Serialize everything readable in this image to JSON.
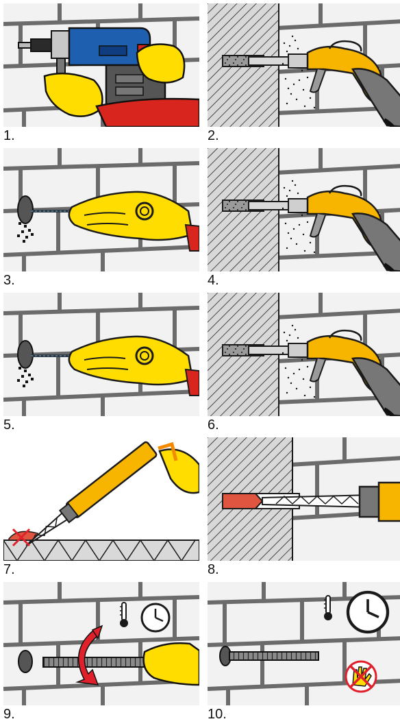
{
  "steps": [
    {
      "number": "1.",
      "illustration": "hammer-drill-drilling"
    },
    {
      "number": "2.",
      "illustration": "air-blower-cleaning"
    },
    {
      "number": "3.",
      "illustration": "wire-brush-cleaning"
    },
    {
      "number": "4.",
      "illustration": "air-blower-cleaning"
    },
    {
      "number": "5.",
      "illustration": "wire-brush-cleaning"
    },
    {
      "number": "6.",
      "illustration": "air-blower-cleaning"
    },
    {
      "number": "7.",
      "illustration": "cartridge-gun-discard-first-mortar"
    },
    {
      "number": "8.",
      "illustration": "inject-mortar-into-hole"
    },
    {
      "number": "9.",
      "illustration": "insert-threaded-rod-twisting"
    },
    {
      "number": "10.",
      "illustration": "curing-time-do-not-touch"
    }
  ],
  "colors": {
    "outline": "#1a1a1a",
    "wall": "#f2f2f2",
    "mortar-joint": "#6b6b6b",
    "glove": "#ffdd00",
    "tool-yellow": "#f7b500",
    "drill-blue": "#1f5fb0",
    "sleeve-red": "#d8261e",
    "mortar-red": "#e05540",
    "prohibit-red": "#e0202a"
  }
}
